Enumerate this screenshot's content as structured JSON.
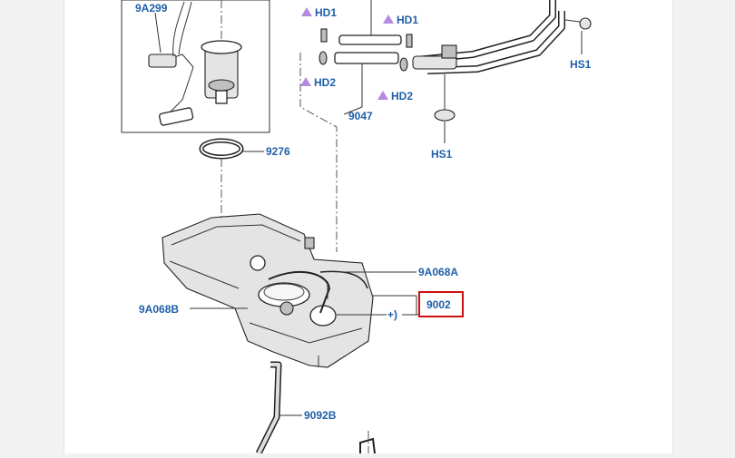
{
  "callouts": {
    "fuel_pump_module": "9A299",
    "seal_ring": "9276",
    "jet_pump_hose": "9047",
    "tank_strap_a": "9A068A",
    "tank_strap_b": "9A068B",
    "fuel_tank": "9002",
    "tank_strap_c": "9092B",
    "hd1_left": "HD1",
    "hd1_right": "HD1",
    "hd2_left": "HD2",
    "hd2_right": "HD2",
    "hs1_top": "HS1",
    "hs1_bottom": "HS1",
    "plus_note": "+)"
  },
  "colors": {
    "callout_text": "#1f5fa8",
    "hd_marker": "#b48be0",
    "highlight_box": "#cc1111"
  },
  "highlighted_callout": "9002"
}
